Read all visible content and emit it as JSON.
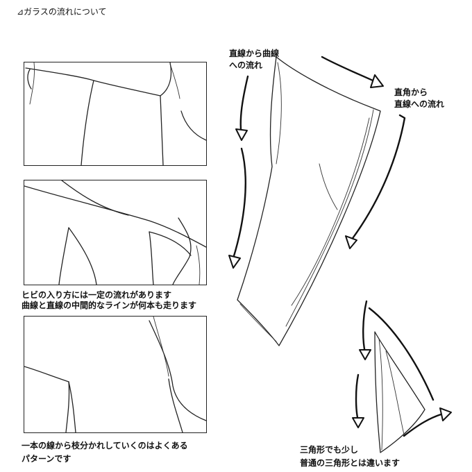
{
  "title": "⊿ガラスの流れについて",
  "labels": {
    "straight_to_curve": [
      "直線から曲線",
      "への流れ"
    ],
    "right_angle_to_straight": [
      "直角から",
      "直線への流れ"
    ],
    "crack_entry": [
      "ヒビの入り方には一定の流れがあります",
      "曲線と直線の中間的なラインが何本も走ります"
    ],
    "branching": [
      "一本の線から枝分かれしていくのはよくある",
      "パターンです"
    ],
    "triangle": [
      "三角形でも少し",
      "普通の三角形とは違います"
    ]
  }
}
